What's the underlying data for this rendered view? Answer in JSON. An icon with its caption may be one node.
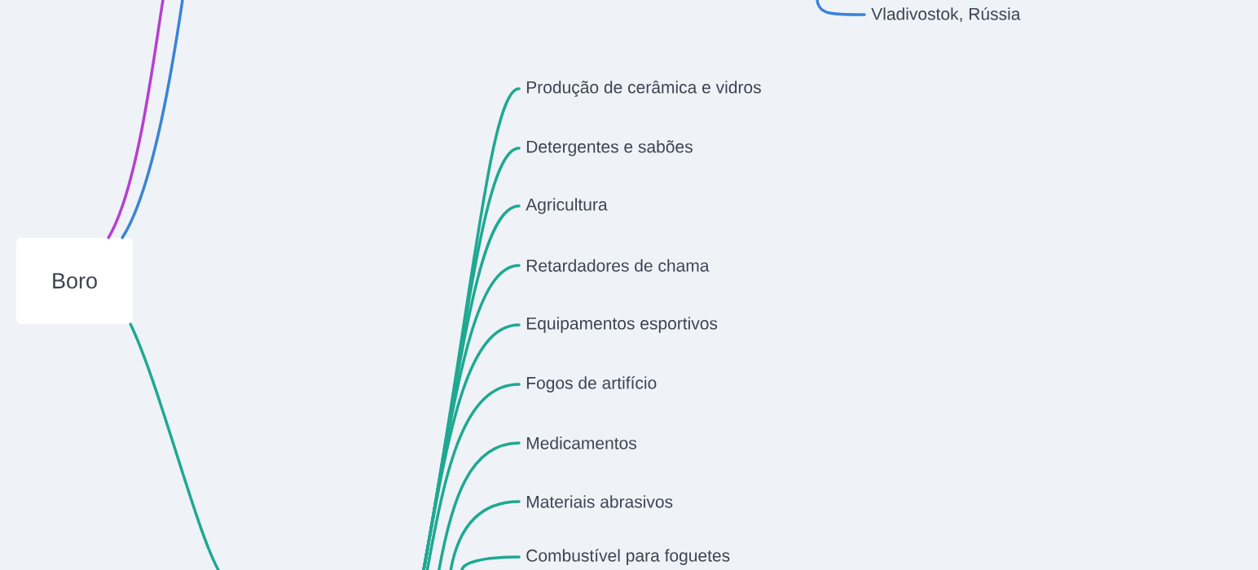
{
  "diagram": {
    "nodes": [
      {
        "text": [
          "Boro"
        ]
      },
      {
        "text": [
          "Vladivostok, Rússia"
        ]
      },
      {
        "text": [
          "Produção de cerâmica e vidros"
        ]
      },
      {
        "text": [
          "Detergentes e sabões"
        ]
      },
      {
        "text": [
          "Agricultura"
        ]
      },
      {
        "text": [
          "Retardadores de chama"
        ]
      },
      {
        "text": [
          "Equipamentos esportivos"
        ]
      },
      {
        "text": [
          "Fogos de artifício"
        ]
      },
      {
        "text": [
          "Medicamentos"
        ]
      },
      {
        "text": [
          "Materiais abrasivos"
        ]
      },
      {
        "text": [
          "Combustível para foguetes"
        ]
      }
    ],
    "edges": [
      {
        "from": 0,
        "to": null,
        "arrow": "none",
        "color": "#b63fd1"
      },
      {
        "from": 0,
        "to": null,
        "arrow": "none",
        "color": "#3a84d6"
      },
      {
        "from": 0,
        "to": null,
        "arrow": "none"
      },
      {
        "from": null,
        "to": 1,
        "arrow": "none",
        "color": "#3a84d6"
      },
      {
        "from": null,
        "to": 2,
        "arrow": "none"
      },
      {
        "from": null,
        "to": 3,
        "arrow": "none"
      },
      {
        "from": null,
        "to": 4,
        "arrow": "none"
      },
      {
        "from": null,
        "to": 5,
        "arrow": "none"
      },
      {
        "from": null,
        "to": 6,
        "arrow": "none"
      },
      {
        "from": null,
        "to": 7,
        "arrow": "none"
      },
      {
        "from": null,
        "to": 8,
        "arrow": "none"
      },
      {
        "from": null,
        "to": 9,
        "arrow": "none"
      },
      {
        "from": null,
        "to": 10,
        "arrow": "none"
      }
    ]
  }
}
